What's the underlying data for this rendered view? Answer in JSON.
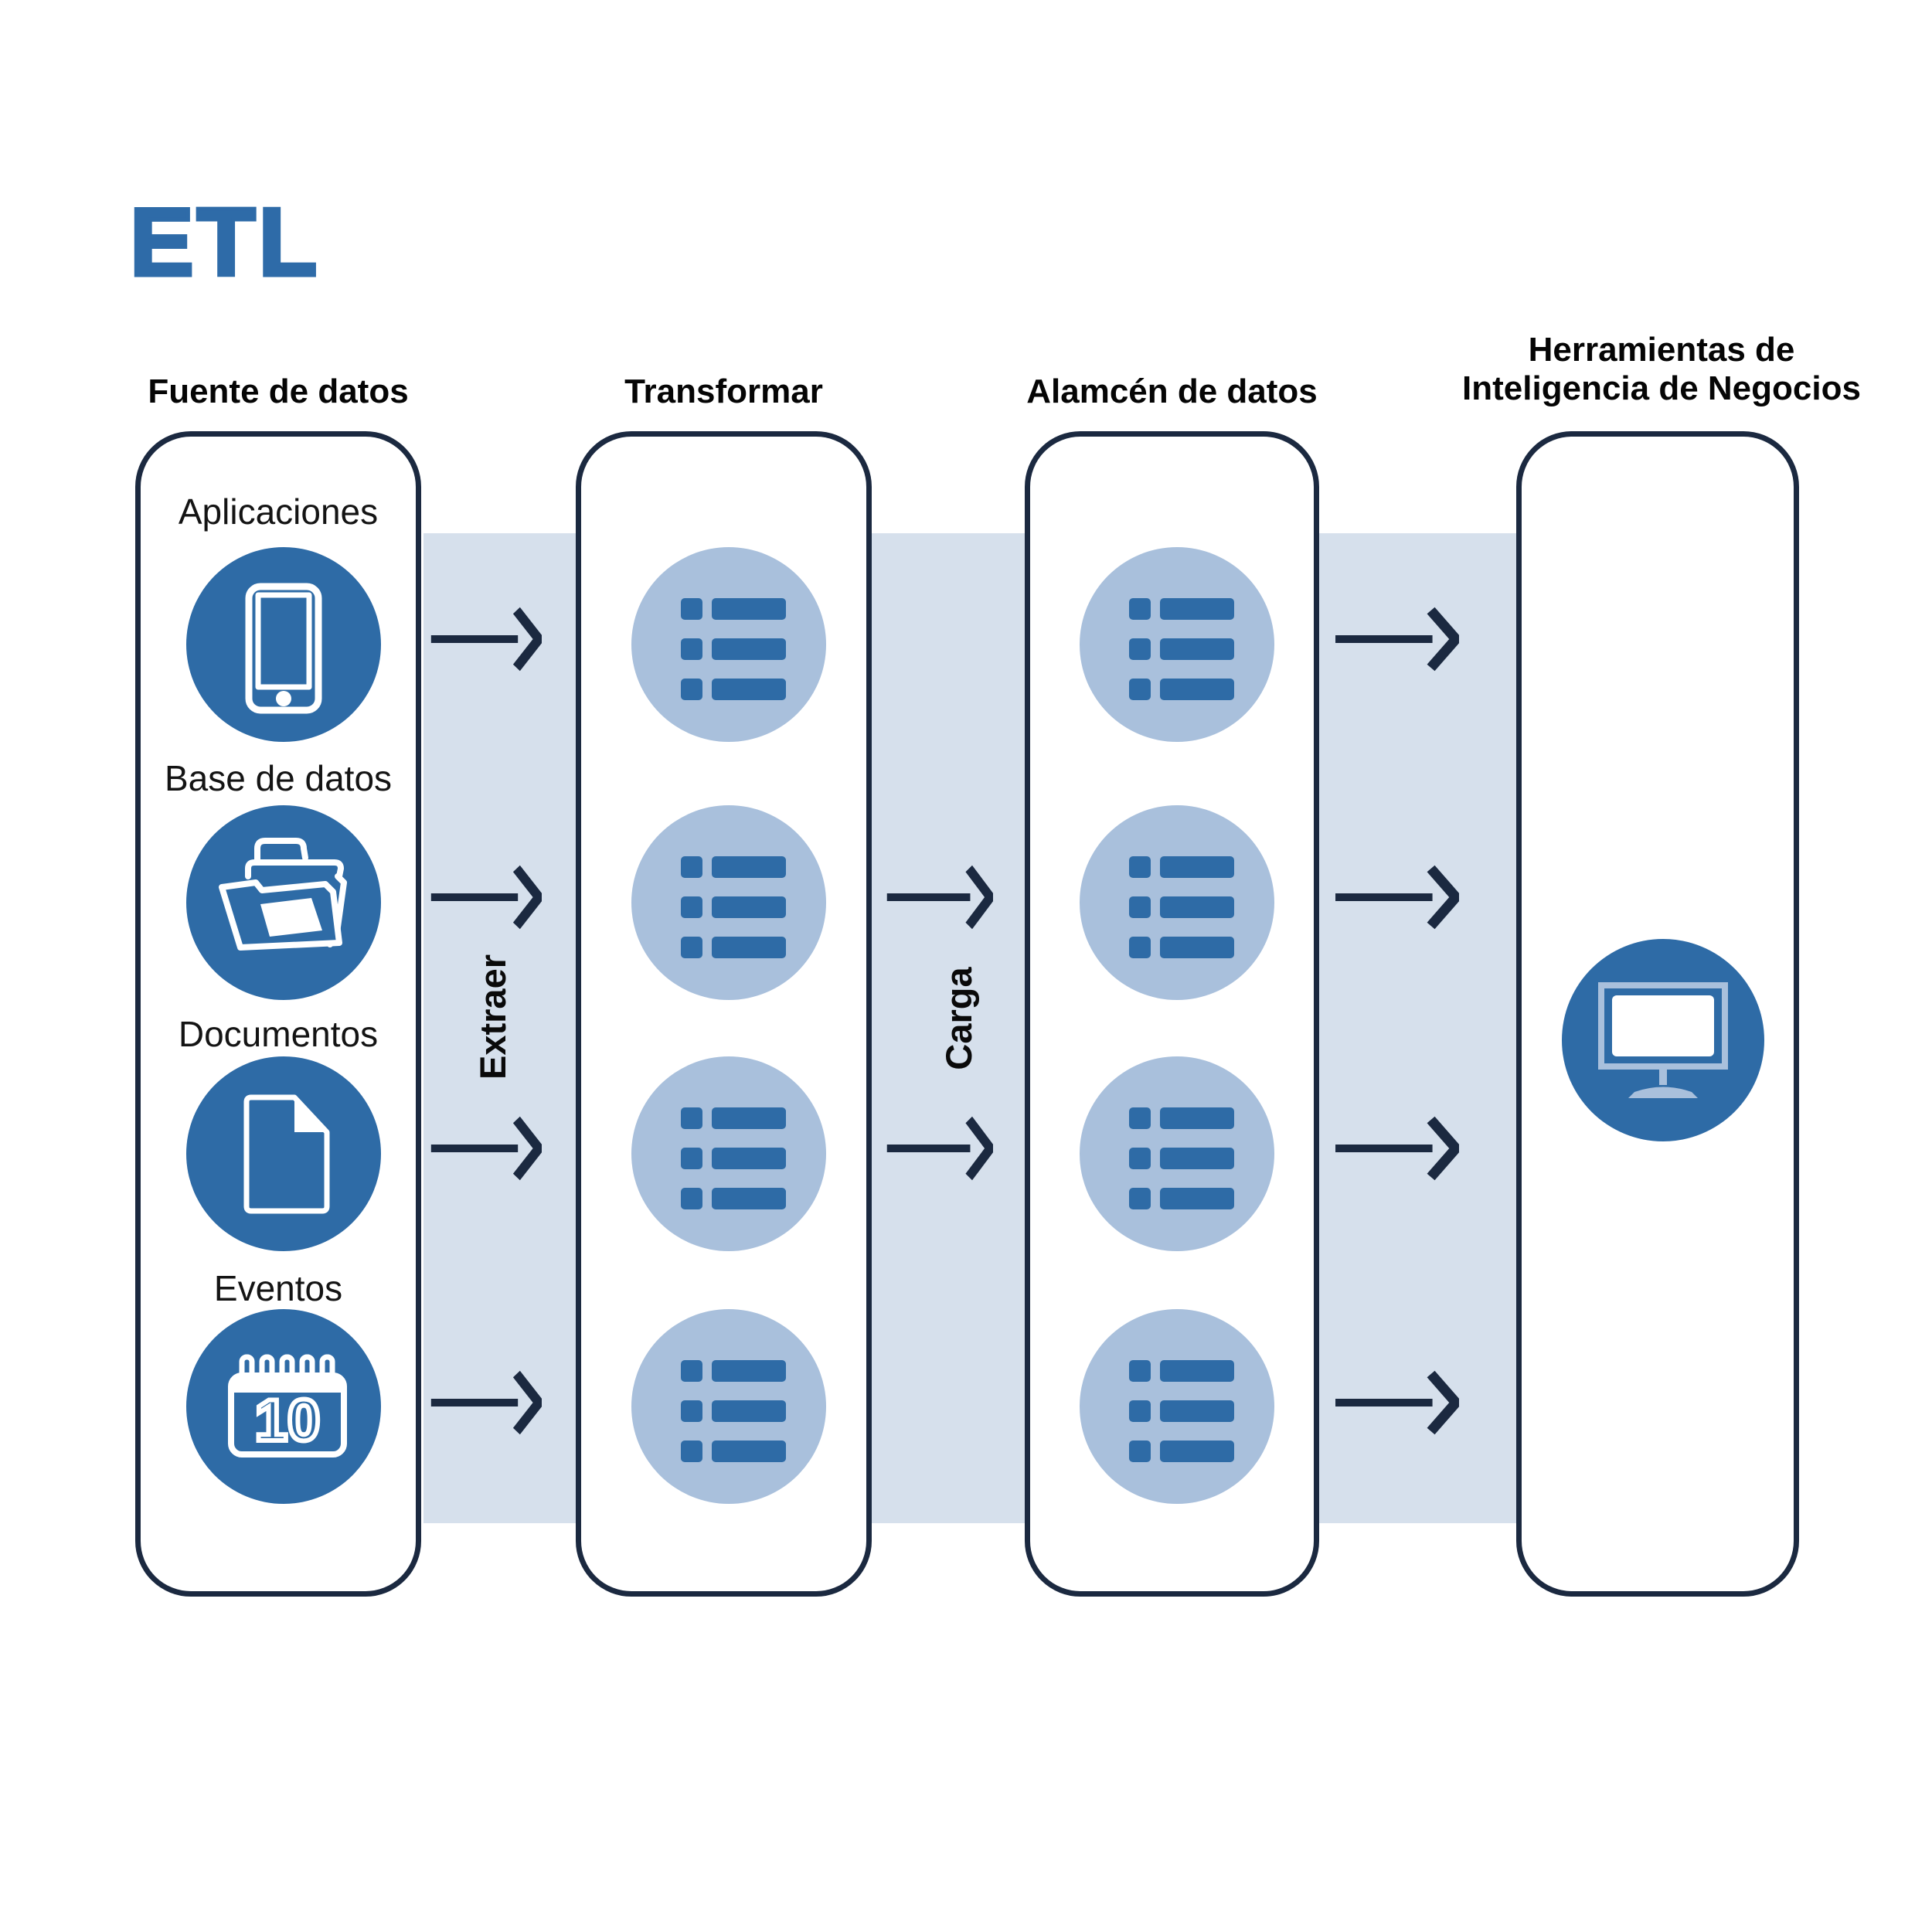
{
  "title": "ETL",
  "flow_labels": {
    "extract": "Extraer",
    "load": "Carga"
  },
  "columns": [
    {
      "header": "Fuente de datos",
      "items": [
        {
          "label": "Aplicaciones",
          "icon": "smartphone-icon"
        },
        {
          "label": "Base de datos",
          "icon": "folder-icon"
        },
        {
          "label": "Documentos",
          "icon": "document-icon"
        },
        {
          "label": "Eventos",
          "icon": "calendar-icon",
          "calendar_day": "10"
        }
      ]
    },
    {
      "header": "Transformar",
      "icon": "list-icon",
      "circle_count": 4
    },
    {
      "header": "Alamcén de datos",
      "icon": "list-icon",
      "circle_count": 4
    },
    {
      "header_lines": [
        "Herramientas de",
        "Inteligencia de Negocios"
      ],
      "icon": "monitor-icon"
    }
  ],
  "colors": {
    "primary_blue": "#2E6BA6",
    "title_blue": "#2E6BA8",
    "light_blue": "#A9C0DC",
    "band_blue": "#D6E0EC",
    "navy": "#1B2940",
    "text_black": "#0A0A0A"
  }
}
